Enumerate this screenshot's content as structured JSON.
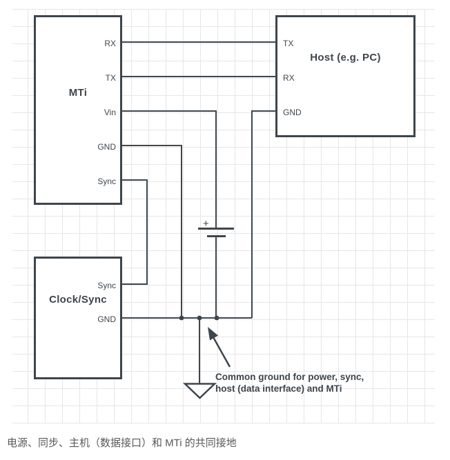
{
  "diagram": {
    "boxes": {
      "mti": {
        "title": "MTi",
        "ports": [
          "RX",
          "TX",
          "Vin",
          "GND",
          "Sync"
        ]
      },
      "host": {
        "title": "Host (e.g. PC)",
        "ports": [
          "TX",
          "RX",
          "GND"
        ]
      },
      "clock": {
        "title": "Clock/Sync",
        "ports": [
          "Sync",
          "GND"
        ]
      }
    },
    "battery": {
      "polarity_label": "+"
    },
    "annotation": {
      "line1": "Common ground for power, sync,",
      "line2": "host (data interface) and MTi"
    },
    "colors": {
      "stroke": "#3e454b",
      "grid_line": "#e6e6e8",
      "caption_text": "#595959",
      "background": "#ffffff"
    }
  },
  "caption": {
    "text": "电源、同步、主机（数据接口）和 MTi 的共同接地"
  }
}
